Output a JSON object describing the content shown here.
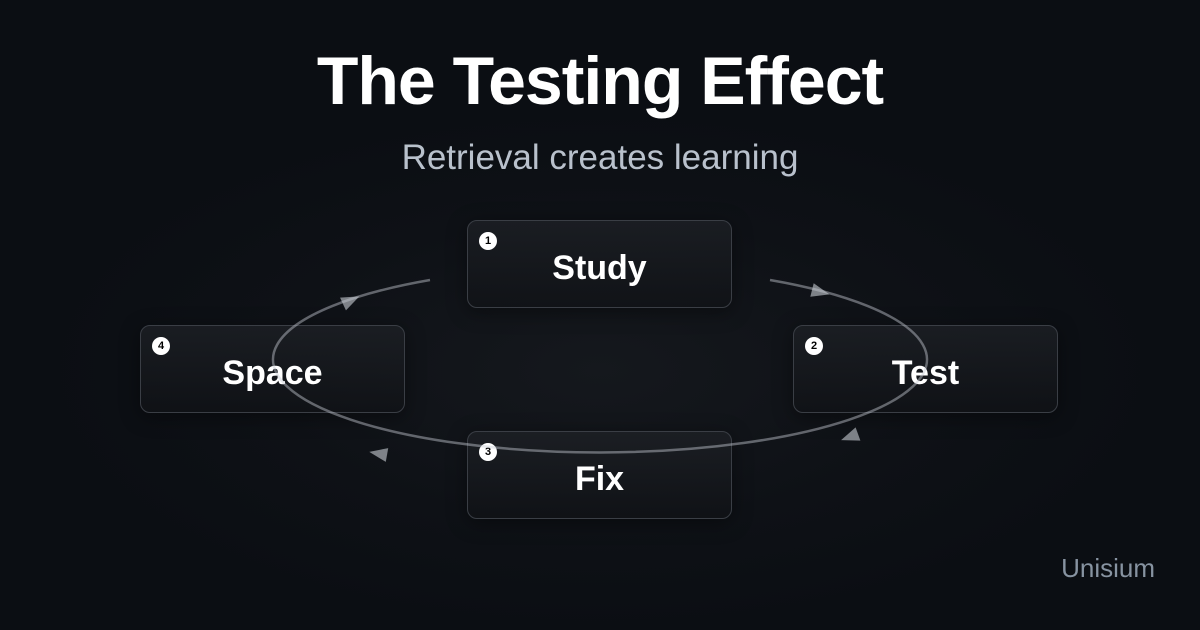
{
  "title": "The Testing Effect",
  "subtitle": "Retrieval creates learning",
  "steps": [
    {
      "number": "1",
      "label": "Study"
    },
    {
      "number": "2",
      "label": "Test"
    },
    {
      "number": "3",
      "label": "Fix"
    },
    {
      "number": "4",
      "label": "Space"
    }
  ],
  "brand": "Unisium"
}
